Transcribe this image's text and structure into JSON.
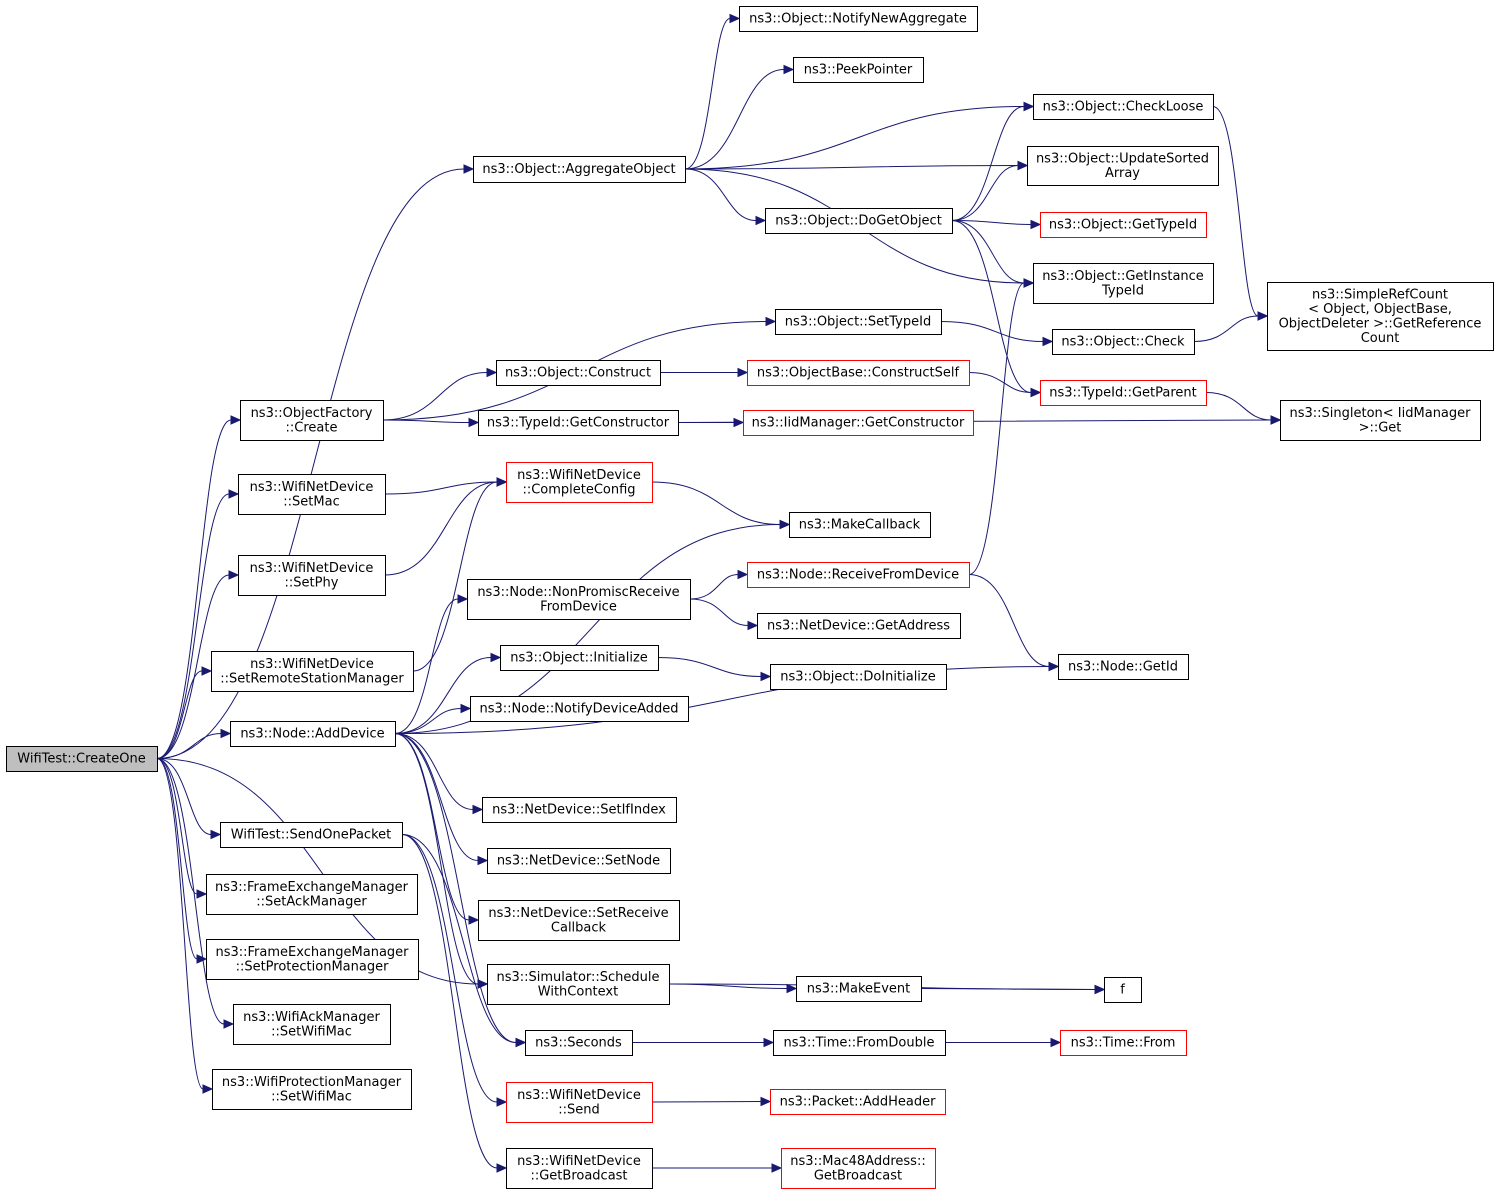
{
  "colors": {
    "edge": "#191970",
    "node_border": "#000000",
    "node_border_truncated": "#ff0000",
    "node_fill": "#ffffff",
    "root_fill": "#bfbfbf"
  },
  "nodes": {
    "root": {
      "lines": [
        "WifiTest::CreateOne"
      ],
      "style": "root"
    },
    "aggregate": {
      "lines": [
        "ns3::Object::AggregateObject"
      ],
      "style": "normal"
    },
    "notifyNewAggregate": {
      "lines": [
        "ns3::Object::NotifyNewAggregate"
      ],
      "style": "normal"
    },
    "peekPointer": {
      "lines": [
        "ns3::PeekPointer"
      ],
      "style": "normal"
    },
    "checkLoose": {
      "lines": [
        "ns3::Object::CheckLoose"
      ],
      "style": "normal"
    },
    "updateSorted": {
      "lines": [
        "ns3::Object::UpdateSorted",
        "Array"
      ],
      "style": "normal"
    },
    "doGetObject": {
      "lines": [
        "ns3::Object::DoGetObject"
      ],
      "style": "normal"
    },
    "getTypeIdObj": {
      "lines": [
        "ns3::Object::GetTypeId"
      ],
      "style": "truncated"
    },
    "getInstanceTypeId": {
      "lines": [
        "ns3::Object::GetInstance",
        "TypeId"
      ],
      "style": "normal"
    },
    "simpleRefCount": {
      "lines": [
        "ns3::SimpleRefCount",
        "< Object, ObjectBase,",
        " ObjectDeleter >::GetReference",
        "Count"
      ],
      "style": "normal"
    },
    "setTypeId": {
      "lines": [
        "ns3::Object::SetTypeId"
      ],
      "style": "normal"
    },
    "objCheck": {
      "lines": [
        "ns3::Object::Check"
      ],
      "style": "normal"
    },
    "construct": {
      "lines": [
        "ns3::Object::Construct"
      ],
      "style": "normal"
    },
    "constructSelf": {
      "lines": [
        "ns3::ObjectBase::ConstructSelf"
      ],
      "style": "truncated"
    },
    "getParent": {
      "lines": [
        "ns3::TypeId::GetParent"
      ],
      "style": "truncated"
    },
    "objectFactoryCreate": {
      "lines": [
        "ns3::ObjectFactory",
        "::Create"
      ],
      "style": "normal"
    },
    "typeIdGetConstructor": {
      "lines": [
        "ns3::TypeId::GetConstructor"
      ],
      "style": "normal"
    },
    "iidGetConstructor": {
      "lines": [
        "ns3::IidManager::GetConstructor"
      ],
      "style": "truncated"
    },
    "singletonGet": {
      "lines": [
        "ns3::Singleton< IidManager",
        ">::Get"
      ],
      "style": "normal"
    },
    "setMac": {
      "lines": [
        "ns3::WifiNetDevice",
        "::SetMac"
      ],
      "style": "normal"
    },
    "completeConfig": {
      "lines": [
        "ns3::WifiNetDevice",
        "::CompleteConfig"
      ],
      "style": "truncated"
    },
    "makeCallback": {
      "lines": [
        "ns3::MakeCallback"
      ],
      "style": "normal"
    },
    "setPhy": {
      "lines": [
        "ns3::WifiNetDevice",
        "::SetPhy"
      ],
      "style": "normal"
    },
    "nonPromisc": {
      "lines": [
        "ns3::Node::NonPromiscReceive",
        "FromDevice"
      ],
      "style": "normal"
    },
    "receiveFromDevice": {
      "lines": [
        "ns3::Node::ReceiveFromDevice"
      ],
      "style": "truncated"
    },
    "getAddress": {
      "lines": [
        "ns3::NetDevice::GetAddress"
      ],
      "style": "normal"
    },
    "setRemoteStation": {
      "lines": [
        "ns3::WifiNetDevice",
        "::SetRemoteStationManager"
      ],
      "style": "normal"
    },
    "initialize": {
      "lines": [
        "ns3::Object::Initialize"
      ],
      "style": "normal"
    },
    "doInitialize": {
      "lines": [
        "ns3::Object::DoInitialize"
      ],
      "style": "normal"
    },
    "nodeGetId": {
      "lines": [
        "ns3::Node::GetId"
      ],
      "style": "normal"
    },
    "notifyDeviceAdded": {
      "lines": [
        "ns3::Node::NotifyDeviceAdded"
      ],
      "style": "normal"
    },
    "addDevice": {
      "lines": [
        "ns3::Node::AddDevice"
      ],
      "style": "normal"
    },
    "setIfIndex": {
      "lines": [
        "ns3::NetDevice::SetIfIndex"
      ],
      "style": "normal"
    },
    "sendOnePacket": {
      "lines": [
        "WifiTest::SendOnePacket"
      ],
      "style": "normal"
    },
    "setNode": {
      "lines": [
        "ns3::NetDevice::SetNode"
      ],
      "style": "normal"
    },
    "setAckManager": {
      "lines": [
        "ns3::FrameExchangeManager",
        "::SetAckManager"
      ],
      "style": "normal"
    },
    "setReceiveCallback": {
      "lines": [
        "ns3::NetDevice::SetReceive",
        "Callback"
      ],
      "style": "normal"
    },
    "setProtectionManager": {
      "lines": [
        "ns3::FrameExchangeManager",
        "::SetProtectionManager"
      ],
      "style": "normal"
    },
    "scheduleWithContext": {
      "lines": [
        "ns3::Simulator::Schedule",
        "WithContext"
      ],
      "style": "normal"
    },
    "makeEvent": {
      "lines": [
        "ns3::MakeEvent"
      ],
      "style": "normal"
    },
    "f": {
      "lines": [
        "f"
      ],
      "style": "normal"
    },
    "ackSetWifiMac": {
      "lines": [
        "ns3::WifiAckManager",
        "::SetWifiMac"
      ],
      "style": "normal"
    },
    "seconds": {
      "lines": [
        "ns3::Seconds"
      ],
      "style": "normal"
    },
    "fromDouble": {
      "lines": [
        "ns3::Time::FromDouble"
      ],
      "style": "normal"
    },
    "timeFrom": {
      "lines": [
        "ns3::Time::From"
      ],
      "style": "truncated"
    },
    "protSetWifiMac": {
      "lines": [
        "ns3::WifiProtectionManager",
        "::SetWifiMac"
      ],
      "style": "normal"
    },
    "send": {
      "lines": [
        "ns3::WifiNetDevice",
        "::Send"
      ],
      "style": "truncated"
    },
    "addHeader": {
      "lines": [
        "ns3::Packet::AddHeader"
      ],
      "style": "truncated"
    },
    "getBroadcast": {
      "lines": [
        "ns3::WifiNetDevice",
        "::GetBroadcast"
      ],
      "style": "normal"
    },
    "macGetBroadcast": {
      "lines": [
        "ns3::Mac48Address::",
        "GetBroadcast"
      ],
      "style": "truncated"
    }
  },
  "edges": [
    [
      "root",
      "aggregate"
    ],
    [
      "root",
      "objectFactoryCreate"
    ],
    [
      "root",
      "setMac"
    ],
    [
      "root",
      "setPhy"
    ],
    [
      "root",
      "setRemoteStation"
    ],
    [
      "root",
      "addDevice"
    ],
    [
      "root",
      "sendOnePacket"
    ],
    [
      "root",
      "setAckManager"
    ],
    [
      "root",
      "setProtectionManager"
    ],
    [
      "root",
      "ackSetWifiMac"
    ],
    [
      "root",
      "protSetWifiMac"
    ],
    [
      "root",
      "scheduleWithContext"
    ],
    [
      "aggregate",
      "notifyNewAggregate"
    ],
    [
      "aggregate",
      "peekPointer"
    ],
    [
      "aggregate",
      "checkLoose"
    ],
    [
      "aggregate",
      "updateSorted"
    ],
    [
      "aggregate",
      "doGetObject"
    ],
    [
      "aggregate",
      "getInstanceTypeId"
    ],
    [
      "doGetObject",
      "checkLoose"
    ],
    [
      "doGetObject",
      "updateSorted"
    ],
    [
      "doGetObject",
      "getTypeIdObj"
    ],
    [
      "doGetObject",
      "getInstanceTypeId"
    ],
    [
      "doGetObject",
      "getParent"
    ],
    [
      "checkLoose",
      "simpleRefCount"
    ],
    [
      "objectFactoryCreate",
      "setTypeId"
    ],
    [
      "objectFactoryCreate",
      "construct"
    ],
    [
      "objectFactoryCreate",
      "typeIdGetConstructor"
    ],
    [
      "setTypeId",
      "objCheck"
    ],
    [
      "objCheck",
      "simpleRefCount"
    ],
    [
      "construct",
      "constructSelf"
    ],
    [
      "constructSelf",
      "getParent"
    ],
    [
      "getParent",
      "singletonGet"
    ],
    [
      "typeIdGetConstructor",
      "iidGetConstructor"
    ],
    [
      "typeIdGetConstructor",
      "singletonGet"
    ],
    [
      "setMac",
      "completeConfig"
    ],
    [
      "setPhy",
      "completeConfig"
    ],
    [
      "setRemoteStation",
      "completeConfig"
    ],
    [
      "completeConfig",
      "makeCallback"
    ],
    [
      "addDevice",
      "makeCallback"
    ],
    [
      "addDevice",
      "nonPromisc"
    ],
    [
      "addDevice",
      "initialize"
    ],
    [
      "addDevice",
      "notifyDeviceAdded"
    ],
    [
      "addDevice",
      "nodeGetId"
    ],
    [
      "addDevice",
      "setIfIndex"
    ],
    [
      "addDevice",
      "setNode"
    ],
    [
      "addDevice",
      "setReceiveCallback"
    ],
    [
      "addDevice",
      "scheduleWithContext"
    ],
    [
      "addDevice",
      "seconds"
    ],
    [
      "nonPromisc",
      "receiveFromDevice"
    ],
    [
      "nonPromisc",
      "getAddress"
    ],
    [
      "receiveFromDevice",
      "nodeGetId"
    ],
    [
      "receiveFromDevice",
      "getInstanceTypeId"
    ],
    [
      "initialize",
      "doInitialize"
    ],
    [
      "sendOnePacket",
      "seconds"
    ],
    [
      "sendOnePacket",
      "send"
    ],
    [
      "sendOnePacket",
      "getBroadcast"
    ],
    [
      "scheduleWithContext",
      "makeEvent"
    ],
    [
      "scheduleWithContext",
      "f"
    ],
    [
      "makeEvent",
      "f"
    ],
    [
      "seconds",
      "fromDouble"
    ],
    [
      "fromDouble",
      "timeFrom"
    ],
    [
      "send",
      "addHeader"
    ],
    [
      "getBroadcast",
      "macGetBroadcast"
    ]
  ]
}
